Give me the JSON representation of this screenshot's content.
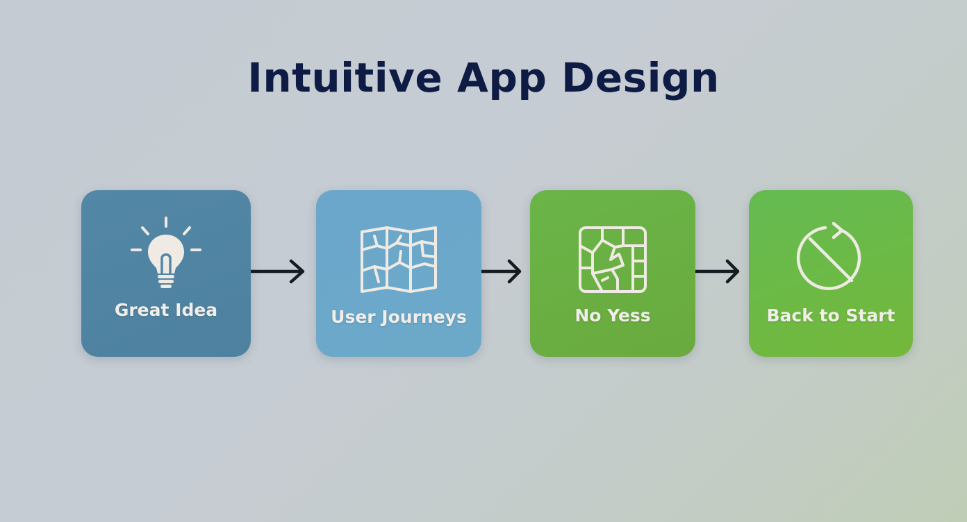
{
  "title": "Intuitive App Design",
  "steps": [
    {
      "label": "Great Idea",
      "icon": "lightbulb-icon",
      "color": "#5387a6"
    },
    {
      "label": "User Journeys",
      "icon": "map-icon",
      "color": "#6aa7cb"
    },
    {
      "label": "No Yess",
      "icon": "maze-icon",
      "color": "#6ab548"
    },
    {
      "label": "Back to Start",
      "icon": "restart-no-icon",
      "color": "#6cb948"
    }
  ],
  "colors": {
    "title": "#0e1c45",
    "arrow": "#161a22",
    "icon": "#efebe4"
  }
}
